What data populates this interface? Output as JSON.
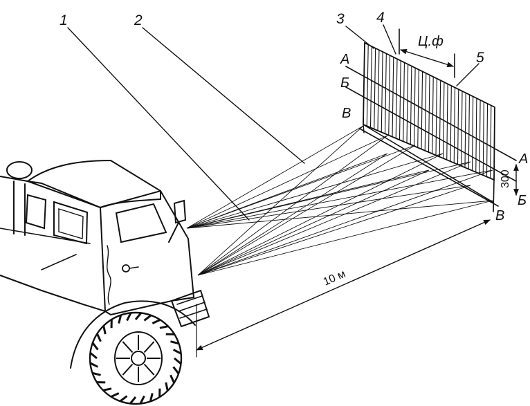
{
  "callouts": [
    "1",
    "2",
    "3",
    "4",
    "5"
  ],
  "screen": {
    "left_levels": [
      "А",
      "Б",
      "В"
    ],
    "right_levels": [
      "А",
      "Б",
      "В"
    ],
    "center_label": "Ц.ф"
  },
  "dimensions": {
    "distance": "10 м",
    "height": "300"
  }
}
